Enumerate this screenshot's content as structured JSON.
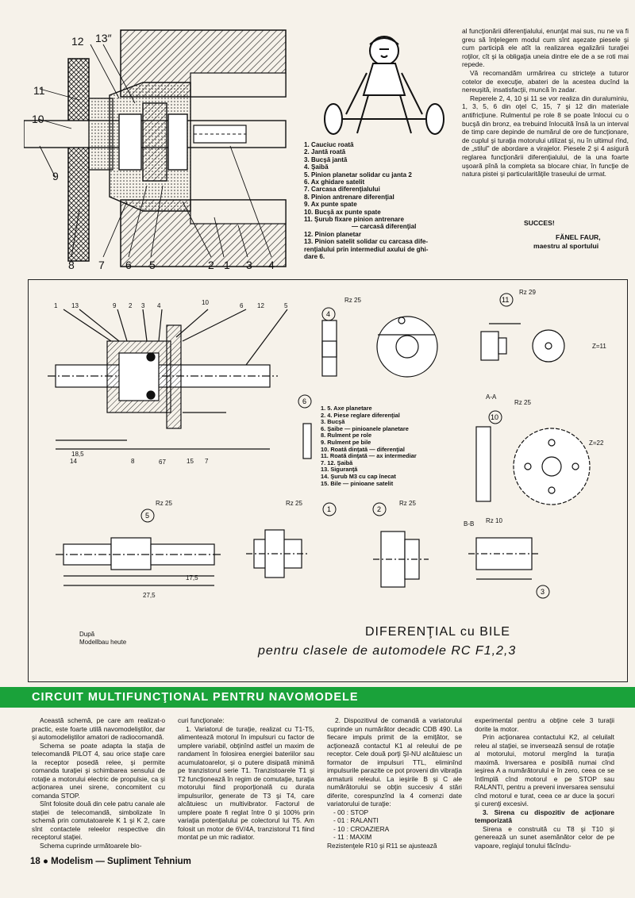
{
  "top_drawing": {
    "callouts": [
      "12",
      "13″",
      "11",
      "10",
      "9",
      "8",
      "7",
      "6",
      "5",
      "2",
      "1",
      "3",
      "4"
    ]
  },
  "legend1": [
    "1. Cauciuc roată",
    "2. Jantă roată",
    "3. Bucşă jantă",
    "4. Şaibă",
    "5. Pinion planetar solidar cu janta 2",
    "6. Ax ghidare satelit",
    "7. Carcasa diferenţialului",
    "8. Pinion antrenare diferenţial",
    "9. Ax punte spate",
    "10. Bucşă ax punte spate",
    "11. Şurub fixare pinion antrenare",
    "— carcasă diferenţial",
    "12. Pinion planetar",
    "13. Pinion satelit solidar cu carcasa dife-",
    "renţialului prin intermediul axului de ghi-",
    "dare 6."
  ],
  "right_column": [
    "al funcţionării diferenţialului, enunţat mai sus, nu ne va fi greu să înţelegem modul cum sînt aşezate piesele şi cum participă ele atît la realizarea egalizării turaţiei roţilor, cît şi la obligaţia uneia dintre ele de a se roti mai repede.",
    "Vă recomandăm urmărirea cu stricteţe a tuturor cotelor de execuţie, abateri de la acestea ducînd la nereuşită, insatisfacţii, muncă în zadar.",
    "Reperele 2, 4, 10 şi 11 se vor realiza din duraluminiu, 1, 3, 5, 6 din oţel C, 15, 7 şi 12 din materiale antifricţiune. Rulmentul pe role 8 se poate înlocui cu o bucşă din bronz, ea trebuind înlocuită însă la un interval de timp care depinde de numărul de ore de funcţionare, de cuplul şi turaţia motorului utilizat şi, nu în ultimul rînd, de „stilul” de abordare a virajelor. Piesele 2 şi 4 asigură reglarea funcţionării diferenţialului, de la una foarte uşoară pînă la completa sa blocare chiar, în funcţie de natura pistei şi particularităţile traseului de urmat."
  ],
  "signature": {
    "succes": "SUCCES!",
    "author": "FĂNEL FAUR,",
    "role": "maestru al sportului"
  },
  "legend2": [
    "1. 5. Axe planetare",
    "2. 4. Piese reglare diferenţial",
    "3. Bucşă",
    "6. Şaibe — pinioanele planetare",
    "8. Rulment pe role",
    "9. Rulment pe bile",
    "10. Roată dinţată — diferenţial",
    "11. Roată dinţată — ax intermediar",
    "7. 12. Şaibă",
    "13. Siguranţă",
    "14. Şurub M3 cu cap înecat",
    "15. Bile — pinioane satelit"
  ],
  "drawing_labels": {
    "rz25": "Rz 25",
    "rz29": "Rz 29",
    "rz10": "Rz 10",
    "z11": "Z=11",
    "z22": "Z=22",
    "aa": "A-A",
    "bb": "B-B",
    "dim67": "67",
    "dim185": "18,5",
    "dim275": "27,5",
    "dim175": "17,5"
  },
  "source": {
    "line1": "După",
    "line2": "Modellbau heute"
  },
  "figure_title": {
    "line1": "DIFERENŢIAL cu BILE",
    "line2": "pentru   clasele  de  automodele   RC  F1,2,3"
  },
  "banner": "CIRCUIT MULTIFUNCŢIONAL PENTRU NAVOMODELE",
  "article": {
    "col1": [
      "Această schemă, pe care am realizat-o practic, este foarte utilă navomodeliştilor, dar şi automodeliştilor amatori de radiocomandă.",
      "Schema se poate adapta la staţia de telecomandă PILOT 4, sau orice staţie care la receptor posedă relee, şi permite comanda turaţiei şi schimbarea sensului de rotaţie a motorului electric de propulsie, ca şi acţionarea unei sirene, concomitent cu comanda STOP.",
      "Sînt folosite două din cele patru canale ale staţiei de telecomandă, simbolizate în schemă prin comutatoarele K 1 şi K 2, care sînt contactele releelor respective din receptorul staţiei.",
      "Schema cuprinde următoarele blo-"
    ],
    "col2": [
      "curi funcţionale:",
      "1. Variatorul de turaţie, realizat cu T1-T5, alimentează motorul în impulsuri cu factor de umplere variabil, obţinînd astfel un maxim de randament în folosirea energiei bateriilor sau acumulatoarelor, şi o putere disipată minimă pe tranzistorul serie T1. Tranzistoarele T1 şi T2 funcţionează în regim de comutaţie, turaţia motorului fiind proporţională cu durata impulsurilor, generate de T3 şi T4, care alcătuiesc un multivibrator. Factorul de umplere poate fi reglat între 0 şi 100% prin variaţia potenţialului pe colectorul lui T5. Am folosit un motor de 6V/4A, tranzistorul T1 fiind montat pe un mic radiator."
    ],
    "col3": [
      "2. Dispozitivul de comandă a variatorului cuprinde un numărător decadic CDB 490. La fiecare impuls primit de la emiţător, se acţionează contactul K1 al releului de pe receptor. Cele două porţi ŞI-NU alcătuiesc un formator de impulsuri TTL, eliminînd impulsurile parazite ce pot proveni din vibraţia armaturii releului. La ieşirile B şi C ale numărătorului se obţin succesiv 4 stări diferite, corespunzînd la 4 comenzi date variatorului de turaţie:",
      "- 00 : STOP",
      "- 01 : RALANTI",
      "- 10 : CROAZIERA",
      "- 11 : MAXIM",
      "Rezistenţele R10 şi R11 se ajustează"
    ],
    "col4": [
      "experimental pentru a obţine cele 3 turaţii dorite la motor.",
      "Prin acţionarea contactului K2, al celuilalt releu al staţiei, se inversează sensul de rotaţie al motorului, motorul mergînd la turaţia maximă. Inversarea e posibilă numai cînd ieşirea A a numărătorului e în zero, ceea ce se întîmplă cînd motorul e pe STOP sau RALANTI, pentru a preveni inversarea sensului cînd motorul e turat, ceea ce ar duce la şocuri şi curenţi excesivi.",
      "3. Sirena cu dispozitiv de acţionare temporizată",
      "Sirena e construită cu T8 şi T10 şi generează un sunet asemănător celor de pe vapoare, reglajul tonului făcîndu-"
    ]
  },
  "footer": "18 ●  Modelism  —  Supliment  Tehnium"
}
